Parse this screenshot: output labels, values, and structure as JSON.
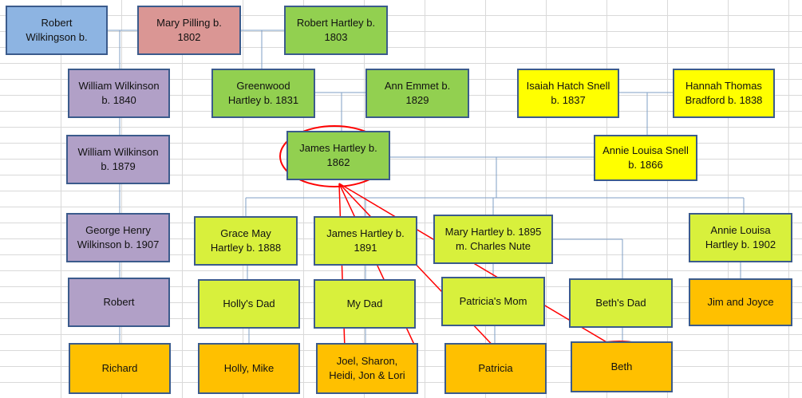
{
  "colors": {
    "grid": "#d9d9d9",
    "connector": "#7f9fc6",
    "highlight": "#ff0000",
    "border": "#3b5b8c",
    "blue": "#8db4e2",
    "pink": "#da9694",
    "green": "#92d050",
    "purple": "#b1a0c7",
    "yellow": "#ffff00",
    "lime": "#d8f03c",
    "orange": "#ffc000"
  },
  "people": {
    "robert_wilkingson": "Robert\nWilkingson b.",
    "mary_pilling": "Mary Pilling b.\n1802",
    "robert_hartley": "Robert Hartley b.\n1803",
    "william_wilkinson_1840": "William Wilkinson\nb. 1840",
    "greenwood_hartley": "Greenwood\nHartley b. 1831",
    "ann_emmet": "Ann Emmet b.\n1829",
    "isaiah_snell": "Isaiah Hatch Snell\nb. 1837",
    "hannah_bradford": "Hannah Thomas\nBradford b. 1838",
    "william_wilkinson_1879": "William Wilkinson\nb. 1879",
    "james_hartley_1862": "James  Hartley b.\n1862",
    "annie_louisa_snell": "Annie Louisa Snell\nb. 1866",
    "george_henry_wilkinson": "George Henry\nWilkinson b. 1907",
    "grace_may_hartley": "Grace May\nHartley b. 1888",
    "james_hartley_1891": "James  Hartley b.\n1891",
    "mary_hartley": "Mary Hartley b. 1895\nm. Charles Nute",
    "annie_louisa_hartley": "Annie Louisa\nHartley b. 1902",
    "robert": "Robert",
    "hollys_dad": "Holly's Dad",
    "my_dad": "My Dad",
    "patricias_mom": "Patricia's Mom",
    "beths_dad": "Beth's Dad",
    "jim_and_joyce": "Jim and Joyce",
    "richard": "Richard",
    "holly_mike": "Holly, Mike",
    "joel_group": "Joel, Sharon,\nHeidi, Jon & Lori",
    "patricia": "Patricia",
    "beth": "Beth"
  }
}
